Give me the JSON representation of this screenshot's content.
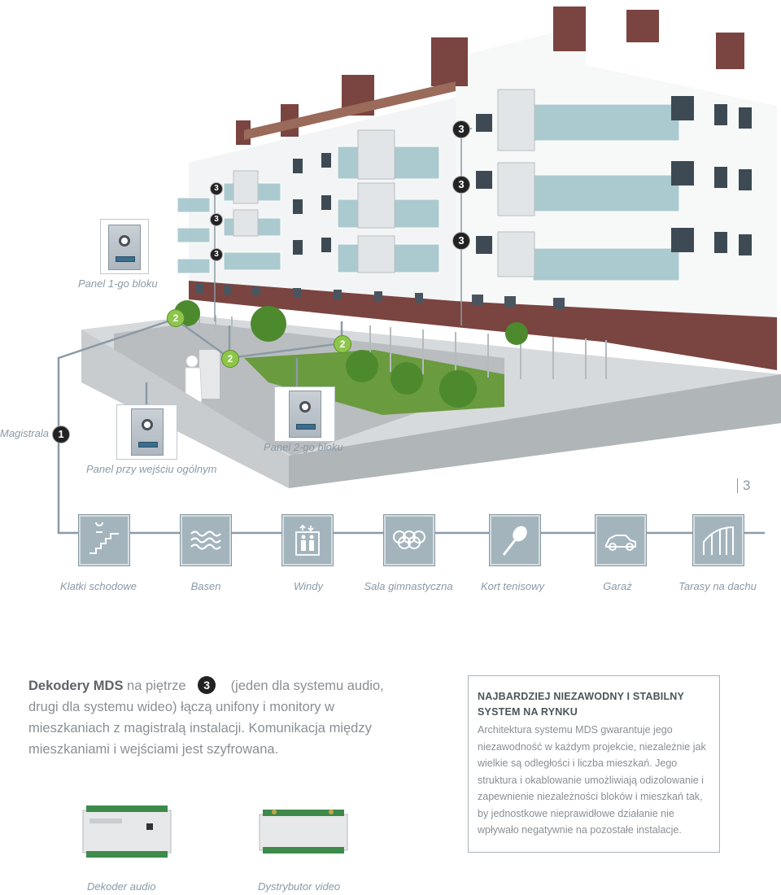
{
  "captions": {
    "panel_block1": "Panel 1-go bloku",
    "panel_block2": "Panel 2-go bloku",
    "panel_entrance": "Panel przy wejściu ogólnym",
    "riser": "Magistrala",
    "page_number": "3"
  },
  "badges": {
    "riser_number": "1",
    "decoder_number": "3",
    "panel_marker": "2"
  },
  "amenities": [
    {
      "label": "Klatki schodowe",
      "icon": "stairs-icon"
    },
    {
      "label": "Basen",
      "icon": "pool-waves-icon"
    },
    {
      "label": "Windy",
      "icon": "elevator-icon"
    },
    {
      "label": "Sala gimnastyczna",
      "icon": "olympic-rings-icon"
    },
    {
      "label": "Kort tenisowy",
      "icon": "tennis-racket-icon"
    },
    {
      "label": "Garaż",
      "icon": "car-icon"
    },
    {
      "label": "Tarasy na dachu",
      "icon": "roof-terrace-icon"
    }
  ],
  "description": {
    "lead_bold": "Dekodery MDS",
    "lead_text": " na piętrze ",
    "badge": "3",
    "rest": " (jeden dla systemu audio, drugi dla systemu wideo) łączą unifony i monitory w mieszkaniach z magistralą instalacji. Komunikacja między mieszkaniami i wejściami jest szyfrowana."
  },
  "infobox": {
    "title": "NAJBARDZIEJ NIEZAWODNY I STABILNY SYSTEM NA RYNKU",
    "body": "Architektura systemu MDS gwarantuje jego niezawodność w każdym projekcie, niezależnie jak wielkie są odległości i liczba mieszkań. Jego struktura i okablowanie umożliwiają odizolowanie i zapewnienie niezależności bloków i mieszkań tak, by jednostkowe nieprawidłowe działanie nie wpływało negatywnie na pozostałe instalacje."
  },
  "devices": {
    "audio_decoder": "Dekoder audio",
    "video_distributor": "Dystrybutor video"
  },
  "colors": {
    "wire": "#8b9aa6",
    "tile": "#a3b4bd",
    "wall_white": "#f4f5f6",
    "brick": "#7a4440",
    "glass": "#9ec3c9",
    "lawn": "#6a9b3f"
  }
}
